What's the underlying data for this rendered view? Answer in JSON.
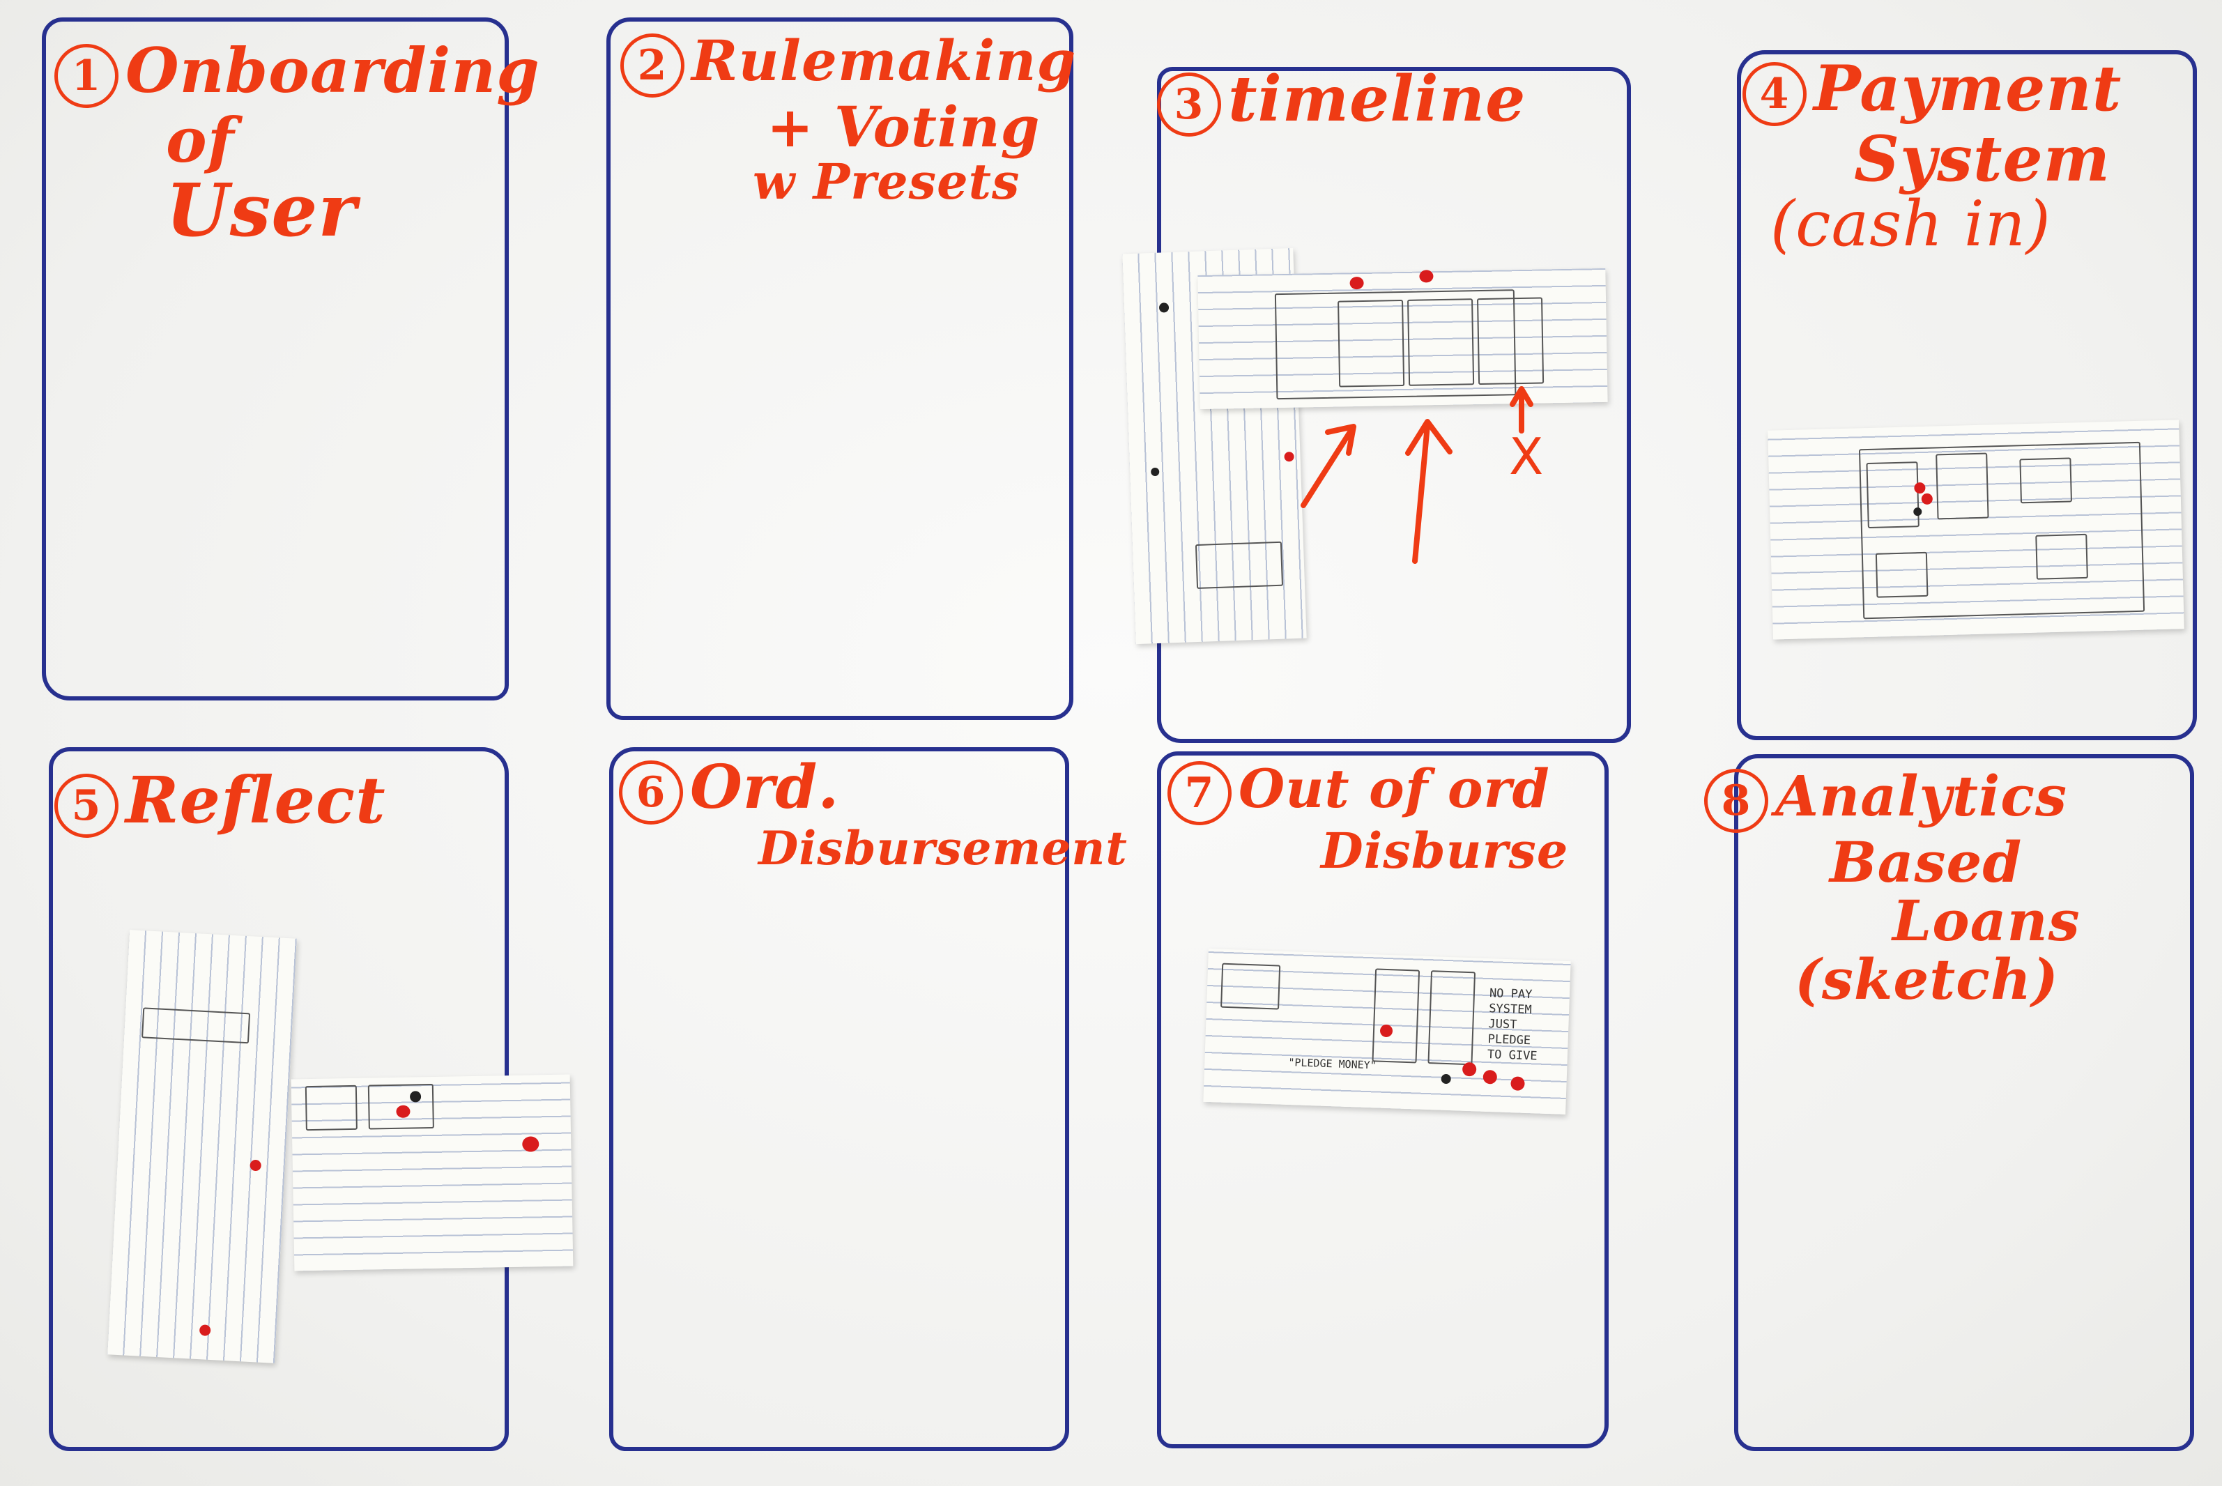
{
  "board": {
    "frames": [
      {
        "number": "1",
        "title_lines": [
          "Onboarding",
          "of",
          "User"
        ]
      },
      {
        "number": "2",
        "title_lines": [
          "Rulemaking",
          "+ Voting",
          "w Presets"
        ]
      },
      {
        "number": "3",
        "title_lines": [
          "timeline"
        ]
      },
      {
        "number": "4",
        "title_lines": [
          "Payment",
          "System",
          "(cash in)"
        ]
      },
      {
        "number": "5",
        "title_lines": [
          "Reflect"
        ]
      },
      {
        "number": "6",
        "title_lines": [
          "Ord.",
          "Disbursement"
        ]
      },
      {
        "number": "7",
        "title_lines": [
          "Out of ord",
          "Disburse"
        ]
      },
      {
        "number": "8",
        "title_lines": [
          "Analytics",
          "Based",
          "Loans",
          "(sketch)"
        ]
      }
    ],
    "frame3_arrow_mark": "X",
    "frame7_note": [
      "NO PAY",
      "SYSTEM",
      "JUST",
      "PLEDGE",
      "TO GIVE"
    ],
    "frame7_note_left": "\"PLEDGE MONEY\"",
    "colors": {
      "marker_red": "#ef3b14",
      "frame_blue": "#27308f",
      "dot_red": "#d91c1c"
    }
  }
}
